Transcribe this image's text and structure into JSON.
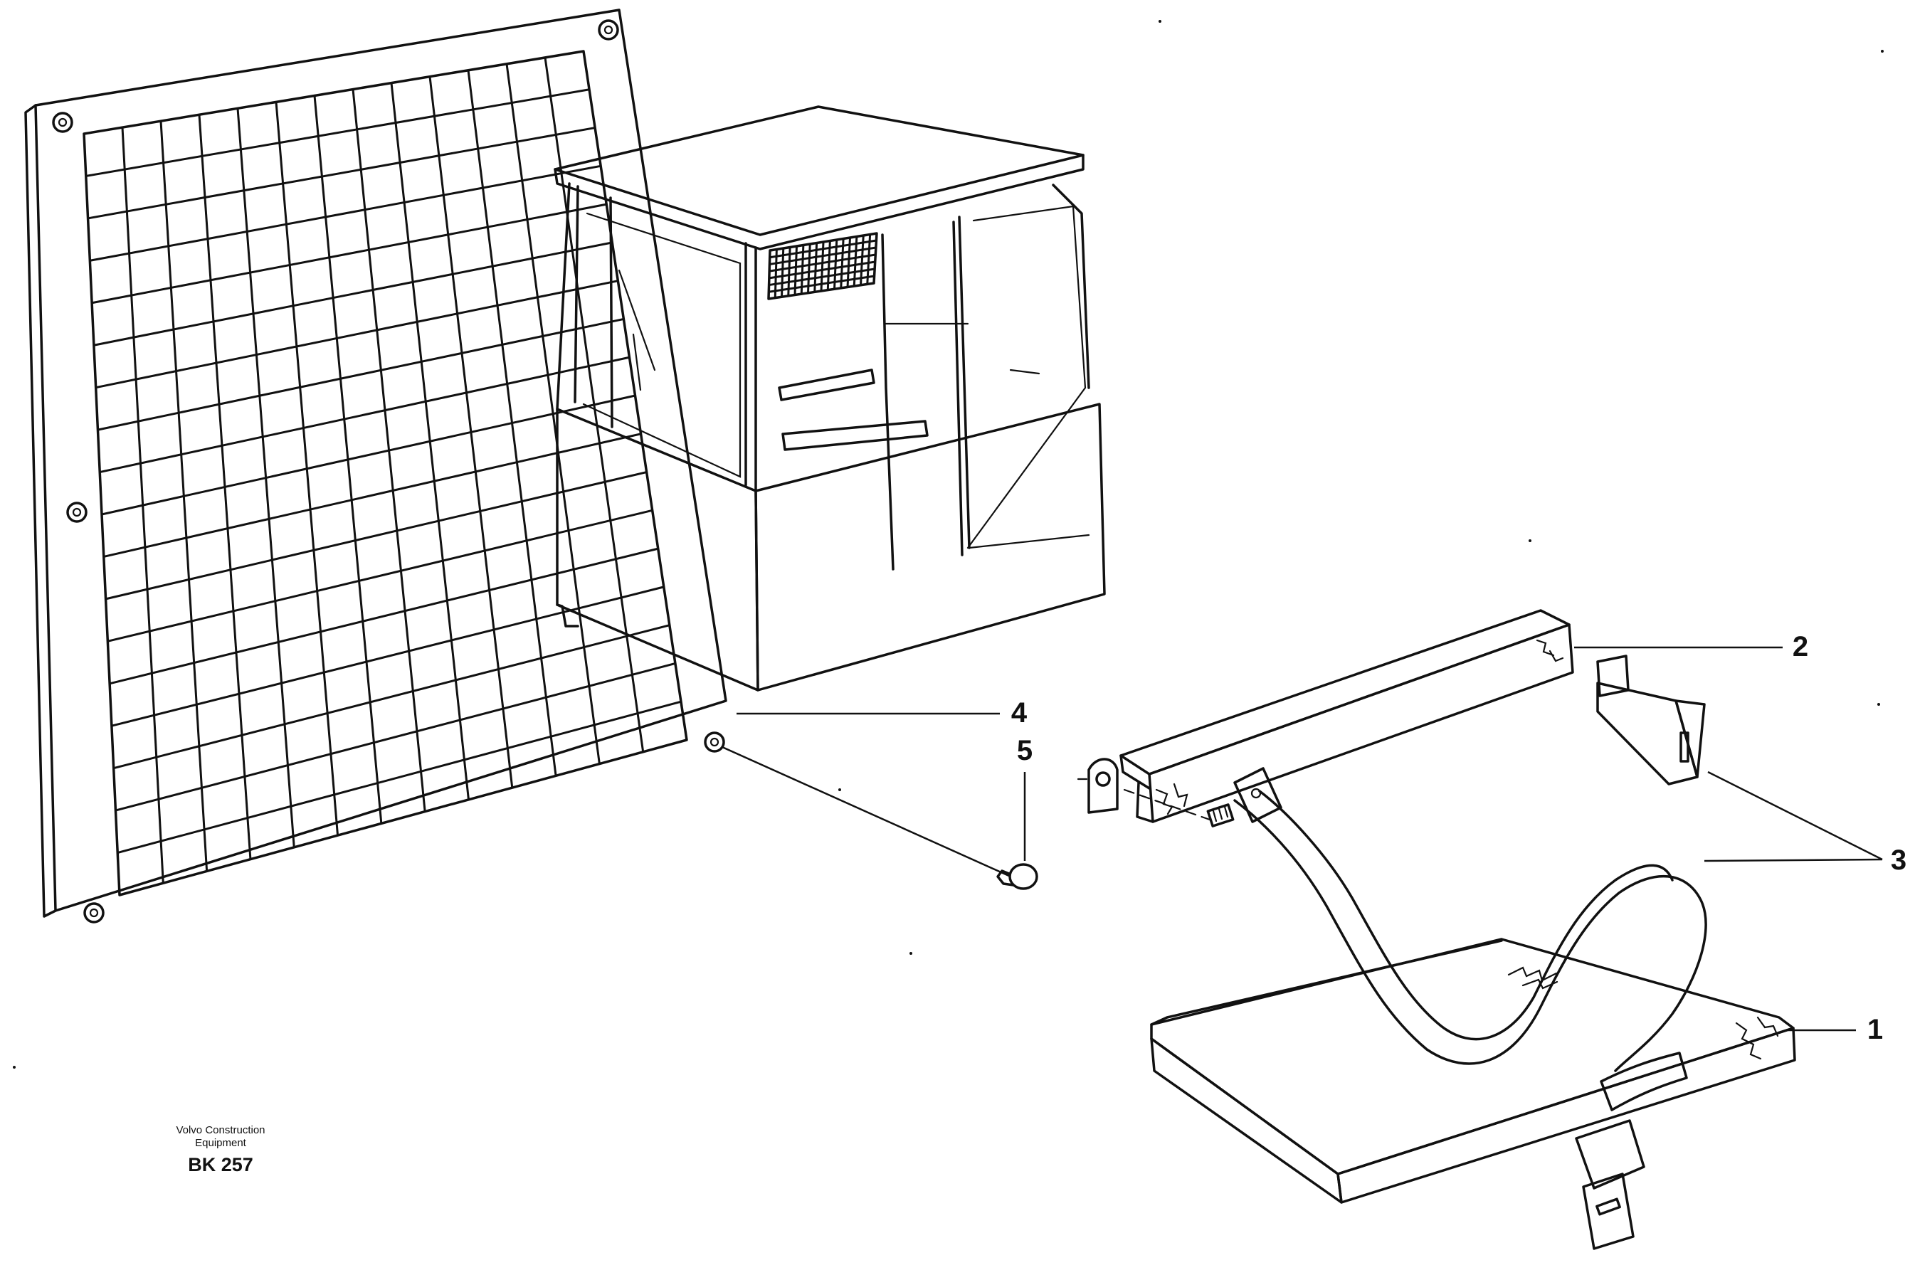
{
  "callouts": {
    "c1": "1",
    "c2": "2",
    "c3": "3",
    "c4": "4",
    "c5": "5"
  },
  "credit": {
    "line1": "Volvo Construction",
    "line2": "Equipment"
  },
  "drawing_code": "BK 257",
  "parts": {
    "p1": "seat-cushion",
    "p2": "backrest",
    "p3": "seat-belt",
    "p4": "protective-grille",
    "p5": "screw"
  },
  "colors": {
    "ink": "#111111",
    "paper": "#ffffff"
  }
}
